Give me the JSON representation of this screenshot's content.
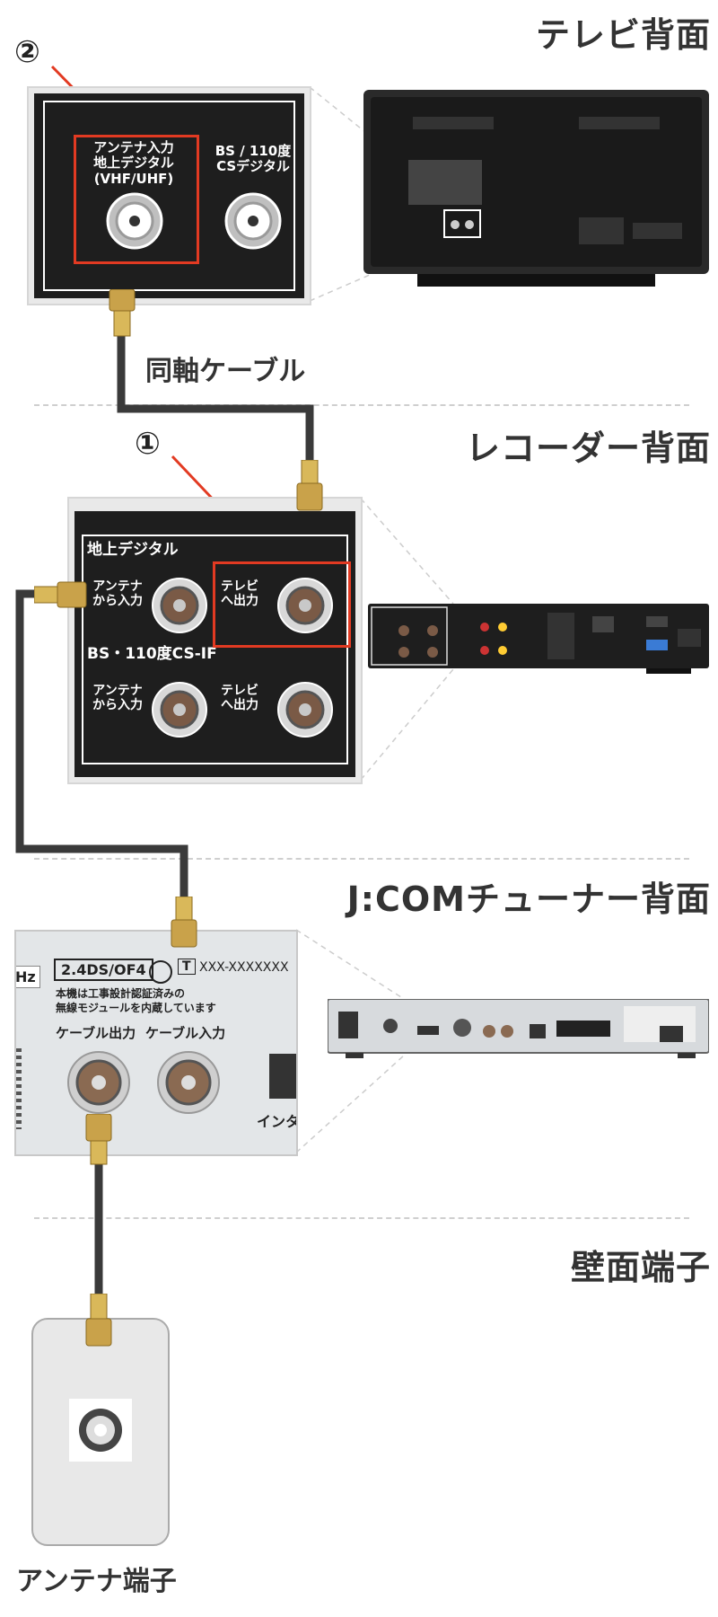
{
  "sections": {
    "tv_back": "テレビ背面",
    "recorder_back": "レコーダー背面",
    "jcom_back": "J:COMチューナー背面",
    "wall": "壁面端子"
  },
  "cable_label": "同軸ケーブル",
  "callouts": {
    "one": "①",
    "two": "②"
  },
  "tv_panel": {
    "antenna_line1": "アンテナ入力",
    "antenna_line2": "地上デジタル",
    "antenna_line3": "(VHF/UHF)",
    "bs_line1": "BS / 110度",
    "bs_line2": "CSデジタル"
  },
  "recorder_panel": {
    "header1": "地上デジタル",
    "header2": "BS・110度CS-IF",
    "in_line1": "アンテナ",
    "in_line2": "から入力",
    "out_line1": "テレビ",
    "out_line2": "へ出力"
  },
  "jcom_panel": {
    "hz": "Hz",
    "badge": "2.4DS/OF4",
    "tcode": "T",
    "serial": "XXX-XXXXXXX",
    "notice1": "本機は工事設計認証済みの",
    "notice2": "無線モジュールを内蔵しています",
    "cable_out": "ケーブル出力",
    "cable_in": "ケーブル入力",
    "inta": "インタ"
  },
  "wall_label": "アンテナ端子",
  "colors": {
    "highlight": "#e23a22",
    "panel_dark": "#1e1e1e",
    "connector_gold": "#c9a24a",
    "cable": "#3a3a3a"
  }
}
